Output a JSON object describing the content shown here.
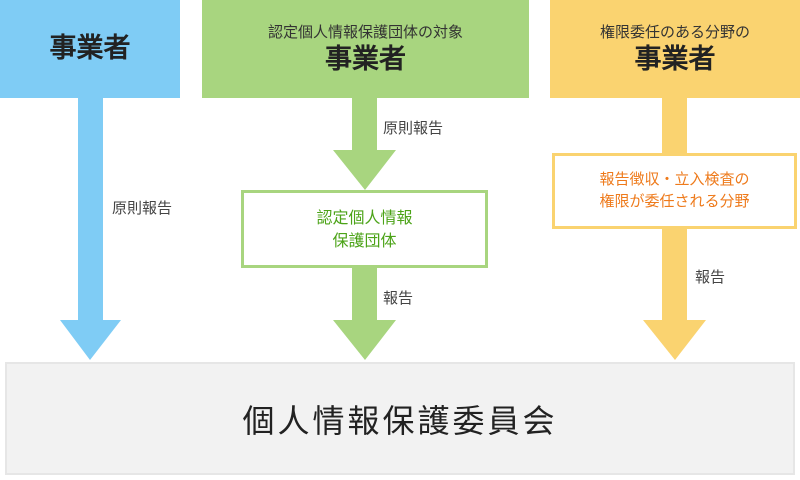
{
  "diagram": {
    "col1": {
      "title": "事業者"
    },
    "col2": {
      "subtitle": "認定個人情報保護団体の対象",
      "title": "事業者"
    },
    "col3": {
      "subtitle": "権限委任のある分野の",
      "title": "事業者"
    },
    "labels": {
      "col1_report": "原則報告",
      "col2_report_top": "原則報告",
      "col2_report_bottom": "報告",
      "col3_report": "報告"
    },
    "middle_box": {
      "line1": "認定個人情報",
      "line2": "保護団体"
    },
    "authority_box": {
      "line1": "報告徴収・立入検査の",
      "line2": "権限が委任される分野"
    },
    "bottom": {
      "title": "個人情報保護委員会"
    },
    "colors": {
      "blue": "#7fccf5",
      "green": "#a8d57f",
      "yellow": "#fad370",
      "green_text": "#4ca318",
      "orange_text": "#ee7a1b",
      "bottom_bg": "#f2f2f2"
    }
  }
}
